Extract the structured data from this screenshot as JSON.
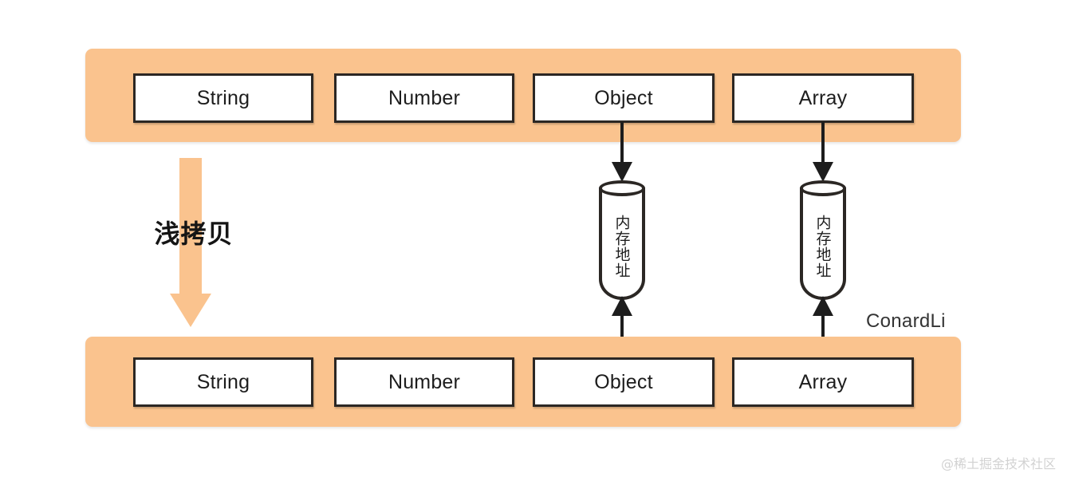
{
  "diagram": {
    "title_concept": "浅拷贝",
    "colors": {
      "bar_orange": "#fac38e",
      "box_border": "#2b2724",
      "box_fill": "#ffffff",
      "arrow_black": "#1d1d1d",
      "page_bg": "#ffffff"
    },
    "source_row": {
      "label": "source-object-row",
      "boxes": [
        {
          "label": "String"
        },
        {
          "label": "Number"
        },
        {
          "label": "Object"
        },
        {
          "label": "Array"
        }
      ]
    },
    "copied_row": {
      "label": "copied-object-row",
      "boxes": [
        {
          "label": "String"
        },
        {
          "label": "Number"
        },
        {
          "label": "Object"
        },
        {
          "label": "Array"
        }
      ]
    },
    "memory_refs": [
      {
        "label": "内存地址",
        "for": "Object"
      },
      {
        "label": "内存地址",
        "for": "Array"
      }
    ],
    "copy_arrow": {
      "label": "浅拷贝",
      "direction": "down"
    },
    "watermarks": {
      "author": "ConardLi",
      "site": "@稀土掘金技术社区"
    }
  }
}
